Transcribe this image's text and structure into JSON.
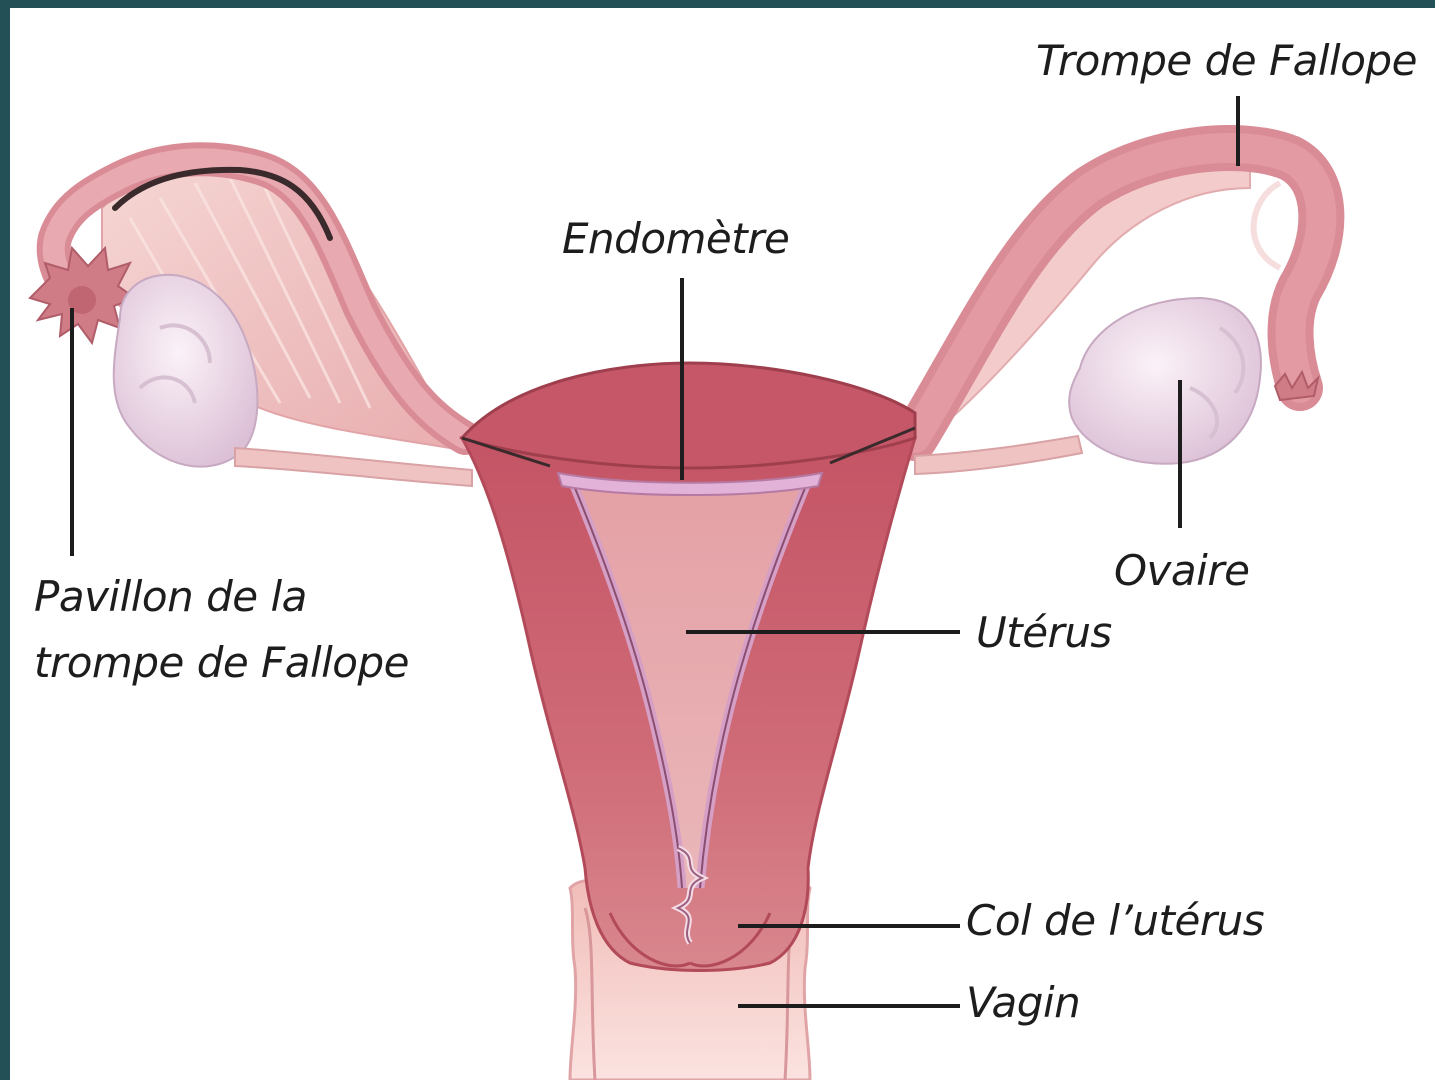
{
  "diagram": {
    "labels": {
      "trompe_de_fallope": "Trompe de Fallope",
      "endometre": "Endomètre",
      "ovaire": "Ovaire",
      "pavillon_line1": "Pavillon de la",
      "pavillon_line2": "trompe de Fallope",
      "uterus": "Utérus",
      "col_uterus": "Col de l’utérus",
      "vagin": "Vagin"
    },
    "colors": {
      "frame_background": "#234f57",
      "uterus_wall": "#c9606e",
      "uterus_wall_dark": "#b24a5a",
      "cavity": "#e6a7ab",
      "endometrium": "#dba0c8",
      "ovary": "#eedcea",
      "tube": "#e7a7ae",
      "ligament": "#f1c9c6",
      "vagina": "#f6ccc8",
      "leader_line": "#1d1d1d"
    }
  }
}
